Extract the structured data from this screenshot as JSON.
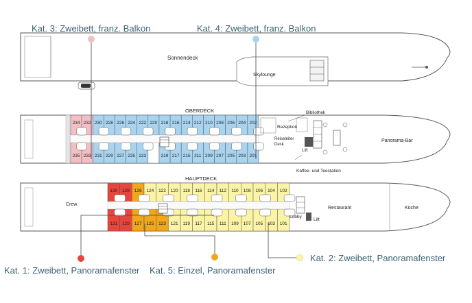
{
  "legend": {
    "kat1": {
      "label": "Kat. 1: Zweibett, Panoramafenster",
      "color": "#e8453c"
    },
    "kat2": {
      "label": "Kat. 2: Zweibett, Panoramafenster",
      "color": "#fbf3a6"
    },
    "kat3": {
      "label": "Kat. 3: Zweibett, franz. Balkon",
      "color": "#f4bfc4"
    },
    "kat4": {
      "label": "Kat. 4: Zweibett, franz. Balkon",
      "color": "#a9d4ef"
    },
    "kat5": {
      "label": "Kat. 5: Einzel, Panoramafenster",
      "color": "#f2a71a"
    }
  },
  "sundeck": {
    "label": "Sonnendeck",
    "lounge": "Skylounge"
  },
  "upper_deck": {
    "title": "OBERDECK",
    "top_cabins": [
      {
        "n": "234",
        "cat": "kat3"
      },
      {
        "n": "232",
        "cat": "kat3"
      },
      {
        "n": "230",
        "cat": "kat4"
      },
      {
        "n": "228",
        "cat": "kat4"
      },
      {
        "n": "226",
        "cat": "kat4"
      },
      {
        "n": "224",
        "cat": "kat4"
      },
      {
        "n": "222",
        "cat": "kat4"
      },
      {
        "n": "220",
        "cat": "kat4"
      },
      {
        "n": "218",
        "cat": "kat4"
      },
      {
        "n": "216",
        "cat": "kat4"
      },
      {
        "n": "214",
        "cat": "kat4"
      },
      {
        "n": "212",
        "cat": "kat4"
      },
      {
        "n": "210",
        "cat": "kat4"
      },
      {
        "n": "208",
        "cat": "kat4"
      },
      {
        "n": "206",
        "cat": "kat4"
      },
      {
        "n": "204",
        "cat": "kat4"
      },
      {
        "n": "202",
        "cat": "kat4"
      }
    ],
    "bottom_cabins": [
      {
        "n": "235",
        "cat": "kat3"
      },
      {
        "n": "233",
        "cat": "kat3"
      },
      {
        "n": "231",
        "cat": "kat4"
      },
      {
        "n": "229",
        "cat": "kat4"
      },
      {
        "n": "227",
        "cat": "kat4"
      },
      {
        "n": "225",
        "cat": "kat4"
      },
      {
        "n": "223",
        "cat": "kat4"
      },
      {
        "n": "",
        "cat": "none"
      },
      {
        "n": "219",
        "cat": "kat4"
      },
      {
        "n": "217",
        "cat": "kat4"
      },
      {
        "n": "215",
        "cat": "kat4"
      },
      {
        "n": "211",
        "cat": "kat4"
      },
      {
        "n": "209",
        "cat": "kat4"
      },
      {
        "n": "207",
        "cat": "kat4"
      },
      {
        "n": "205",
        "cat": "kat4"
      },
      {
        "n": "203",
        "cat": "kat4"
      },
      {
        "n": "201",
        "cat": "kat4"
      }
    ],
    "rezeption": "Rezeption",
    "bibliothek": "Bibliothek",
    "desk": "Reiseleiter Desk",
    "lift": "Lift",
    "kaffee": "Kaffee- und Teestation",
    "bar": "Panorama-Bar"
  },
  "main_deck": {
    "title": "HAUPTDECK",
    "top_cabins": [
      {
        "n": "130",
        "cat": "kat1"
      },
      {
        "n": "128",
        "cat": "kat1"
      },
      {
        "n": "126",
        "cat": "kat5"
      },
      {
        "n": "124",
        "cat": "kat2"
      },
      {
        "n": "122",
        "cat": "kat2"
      },
      {
        "n": "120",
        "cat": "kat2"
      },
      {
        "n": "118",
        "cat": "kat2"
      },
      {
        "n": "116",
        "cat": "kat2"
      },
      {
        "n": "114",
        "cat": "kat2"
      },
      {
        "n": "112",
        "cat": "kat2"
      },
      {
        "n": "110",
        "cat": "kat2"
      },
      {
        "n": "108",
        "cat": "kat2"
      },
      {
        "n": "106",
        "cat": "kat2"
      },
      {
        "n": "104",
        "cat": "kat2"
      },
      {
        "n": "102",
        "cat": "kat2"
      }
    ],
    "bottom_cabins": [
      {
        "n": "131",
        "cat": "kat1"
      },
      {
        "n": "129",
        "cat": "kat1"
      },
      {
        "n": "127",
        "cat": "kat5"
      },
      {
        "n": "125",
        "cat": "kat5"
      },
      {
        "n": "123",
        "cat": "kat5"
      },
      {
        "n": "121",
        "cat": "kat2"
      },
      {
        "n": "119",
        "cat": "kat2"
      },
      {
        "n": "117",
        "cat": "kat2"
      },
      {
        "n": "115",
        "cat": "kat2"
      },
      {
        "n": "111",
        "cat": "kat2"
      },
      {
        "n": "109",
        "cat": "kat2"
      },
      {
        "n": "107",
        "cat": "kat2"
      },
      {
        "n": "105",
        "cat": "kat2"
      },
      {
        "n": "103",
        "cat": "kat2"
      },
      {
        "n": "101",
        "cat": "kat2"
      }
    ],
    "crew": "Crew",
    "lobby": "Lobby",
    "lift": "Lift",
    "restaurant": "Restaurant",
    "kueche": "Küche"
  }
}
